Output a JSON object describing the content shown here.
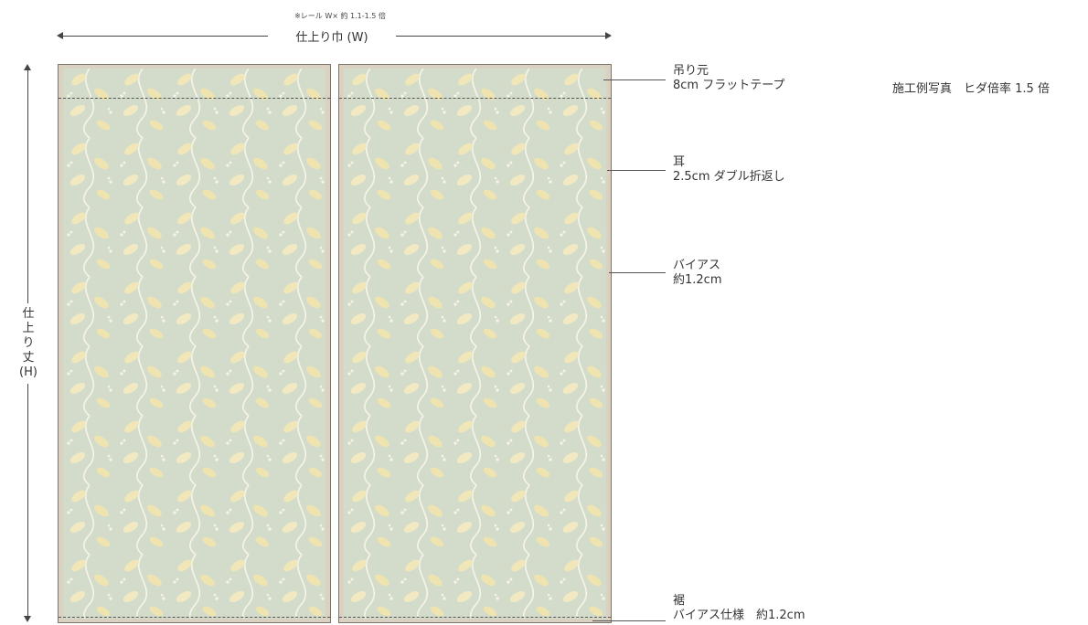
{
  "width_dimension": {
    "note": "※レール W× 約 1.1-1.5 倍",
    "label": "仕上り巾 (W)"
  },
  "height_dimension": {
    "label": "仕\n上\nり\n丈\n(H)"
  },
  "callouts": {
    "heading": {
      "title": "吊り元",
      "detail": "8cm フラットテープ"
    },
    "side_hem": {
      "title": "耳",
      "detail": "2.5cm ダブル折返し"
    },
    "bias": {
      "title": "バイアス",
      "detail": "約1.2cm"
    },
    "bottom_hem": {
      "title": "裾",
      "detail": "バイアス仕様　約1.2cm"
    }
  },
  "photo_note": "施工例写真　ヒダ倍率 1.5 倍",
  "colors": {
    "fabric_base": "#d3dcca",
    "fabric_leaf": "#f0e6b8",
    "fabric_vine": "#f7f5ea",
    "border": "#dbd1c0"
  },
  "icons": {
    "arrows": "dimension-arrow"
  }
}
